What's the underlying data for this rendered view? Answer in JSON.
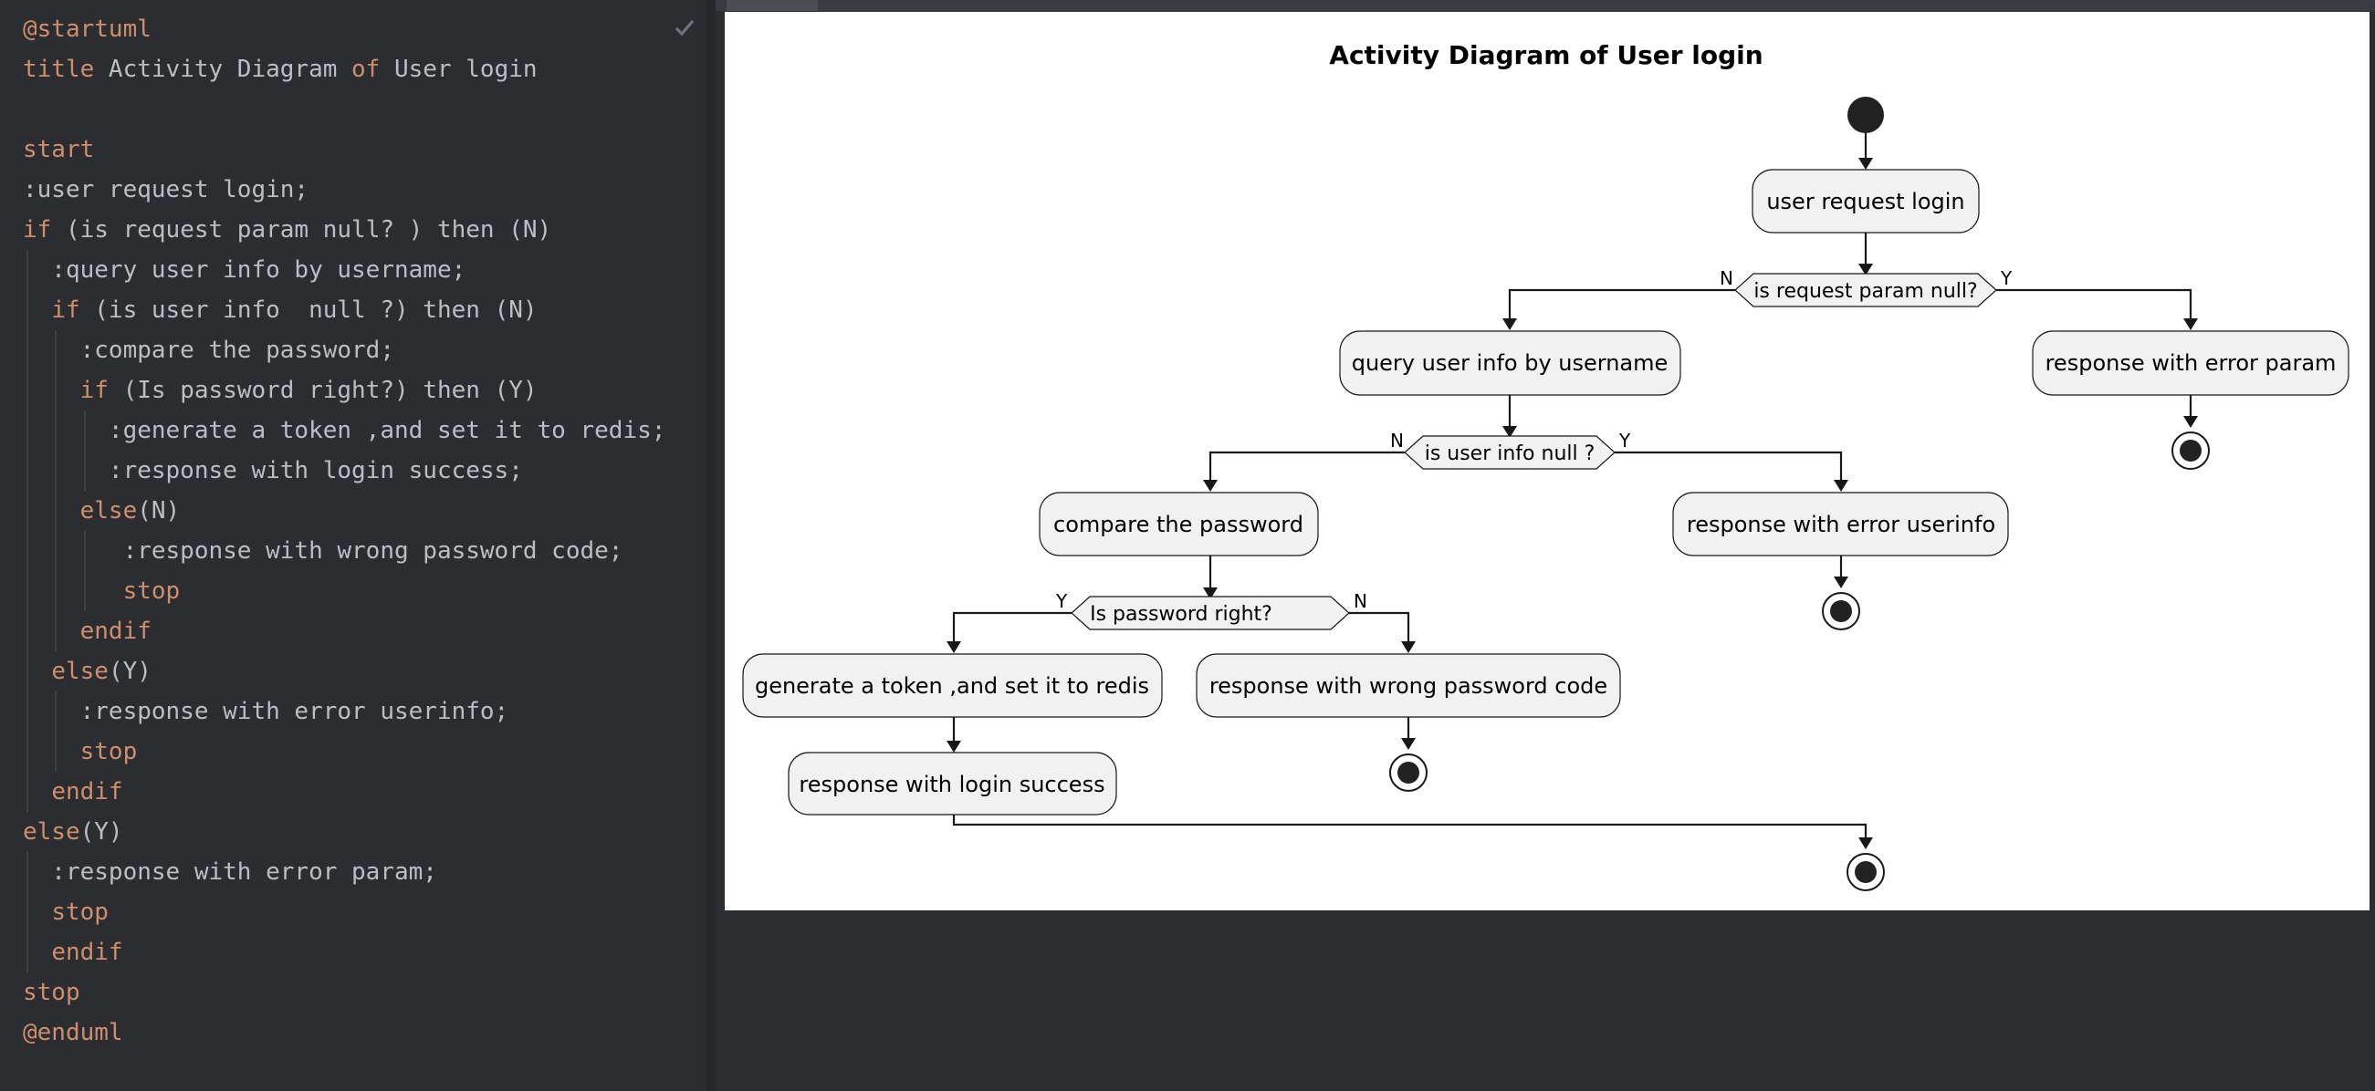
{
  "editor": {
    "lines": [
      [
        {
          "t": "@startuml",
          "k": 1
        }
      ],
      [
        {
          "t": "title ",
          "k": 1
        },
        {
          "t": "Activity Diagram "
        },
        {
          "t": "of ",
          "k": 1
        },
        {
          "t": "User login"
        }
      ],
      [],
      [
        {
          "t": "start",
          "k": 1
        }
      ],
      [
        {
          "t": ":user request login;"
        }
      ],
      [
        {
          "t": "if ",
          "k": 1
        },
        {
          "t": "(is request param null? ) then (N)"
        }
      ],
      [
        {
          "t": "  :query user info by username;"
        }
      ],
      [
        {
          "t": "  "
        },
        {
          "t": "if ",
          "k": 1
        },
        {
          "t": "(is user info  null ?) then (N)"
        }
      ],
      [
        {
          "t": "    :compare the password;"
        }
      ],
      [
        {
          "t": "    "
        },
        {
          "t": "if ",
          "k": 1
        },
        {
          "t": "(Is password right?) then (Y)"
        }
      ],
      [
        {
          "t": "      :generate a token ,and set it to redis;"
        }
      ],
      [
        {
          "t": "      :response with login success;"
        }
      ],
      [
        {
          "t": "    "
        },
        {
          "t": "else",
          "k": 1
        },
        {
          "t": "(N)"
        }
      ],
      [
        {
          "t": "       :response with wrong password code;"
        }
      ],
      [
        {
          "t": "       "
        },
        {
          "t": "stop",
          "k": 1
        }
      ],
      [
        {
          "t": "    "
        },
        {
          "t": "endif",
          "k": 1
        }
      ],
      [
        {
          "t": "  "
        },
        {
          "t": "else",
          "k": 1
        },
        {
          "t": "(Y)"
        }
      ],
      [
        {
          "t": "    :response with error userinfo;"
        }
      ],
      [
        {
          "t": "    "
        },
        {
          "t": "stop",
          "k": 1
        }
      ],
      [
        {
          "t": "  "
        },
        {
          "t": "endif",
          "k": 1
        }
      ],
      [
        {
          "t": "else",
          "k": 1
        },
        {
          "t": "(Y)"
        }
      ],
      [
        {
          "t": "  :response with error param;"
        }
      ],
      [
        {
          "t": "  "
        },
        {
          "t": "stop",
          "k": 1
        }
      ],
      [
        {
          "t": "  "
        },
        {
          "t": "endif",
          "k": 1
        }
      ],
      [
        {
          "t": "stop",
          "k": 1
        }
      ],
      [
        {
          "t": "@enduml",
          "k": 1
        }
      ]
    ],
    "status_icon": "checkmark-icon"
  },
  "diagram": {
    "title": "Activity Diagram of User login",
    "activities": {
      "request": "user request login",
      "query": "query user info by username",
      "error_param": "response with error param",
      "compare": "compare the password",
      "error_userinfo": "response with error userinfo",
      "generate": "generate a token ,and set it to redis",
      "wrong_pwd": "response with wrong password code",
      "login_success": "response with login success"
    },
    "conditions": {
      "param_null": "is request param null?",
      "user_null": "is user info null ?",
      "pwd_right": "Is password right?"
    },
    "branches": {
      "param_null_left": "N",
      "param_null_right": "Y",
      "user_null_left": "N",
      "user_null_right": "Y",
      "pwd_right_left": "Y",
      "pwd_right_right": "N"
    },
    "colors": {
      "activity_fill": "#f1f1f1",
      "stroke": "#181818",
      "background": "#ffffff"
    }
  }
}
